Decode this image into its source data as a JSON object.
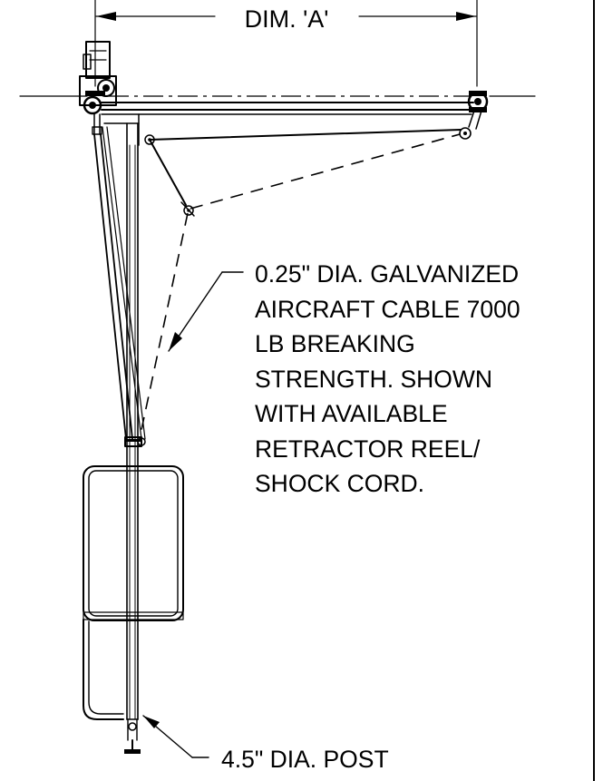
{
  "dimension": {
    "label": "DIM. 'A'"
  },
  "callouts": {
    "cable_lines": [
      "0.25\" DIA. GALVANIZED",
      "AIRCRAFT CABLE 7000",
      "LB BREAKING",
      "STRENGTH. SHOWN",
      "WITH AVAILABLE",
      "RETRACTOR REEL/",
      "SHOCK CORD."
    ],
    "post": "4.5\" DIA. POST"
  }
}
